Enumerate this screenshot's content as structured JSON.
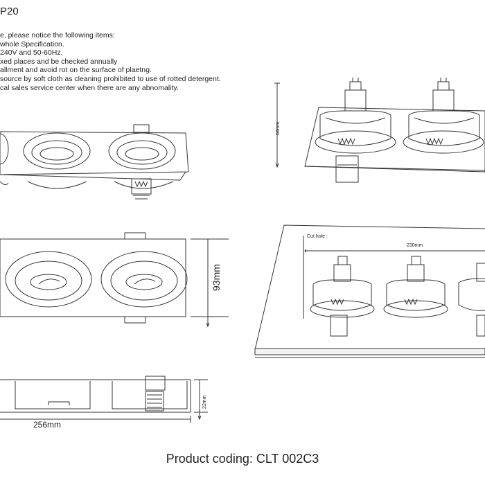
{
  "header": {
    "code": "P20"
  },
  "notes": [
    "e, please notice the following items:",
    "whole Specification.",
    "240V and 50-60Hz.",
    "xed places and be checked annually",
    "allment and avoid rot on the surface of plaetng.",
    "source by soft cloth as cleaning prohibited to use of rotted detergent.",
    "cal sales service center when there are any abnomality."
  ],
  "dimensions": {
    "height_side": "60mm",
    "width_front": "93mm",
    "depth": "22mm",
    "length": "256mm",
    "cut_hole_label": "Cut hole :",
    "cut_hole_width": "230mm"
  },
  "product_coding": "Product coding: CLT 002C3"
}
